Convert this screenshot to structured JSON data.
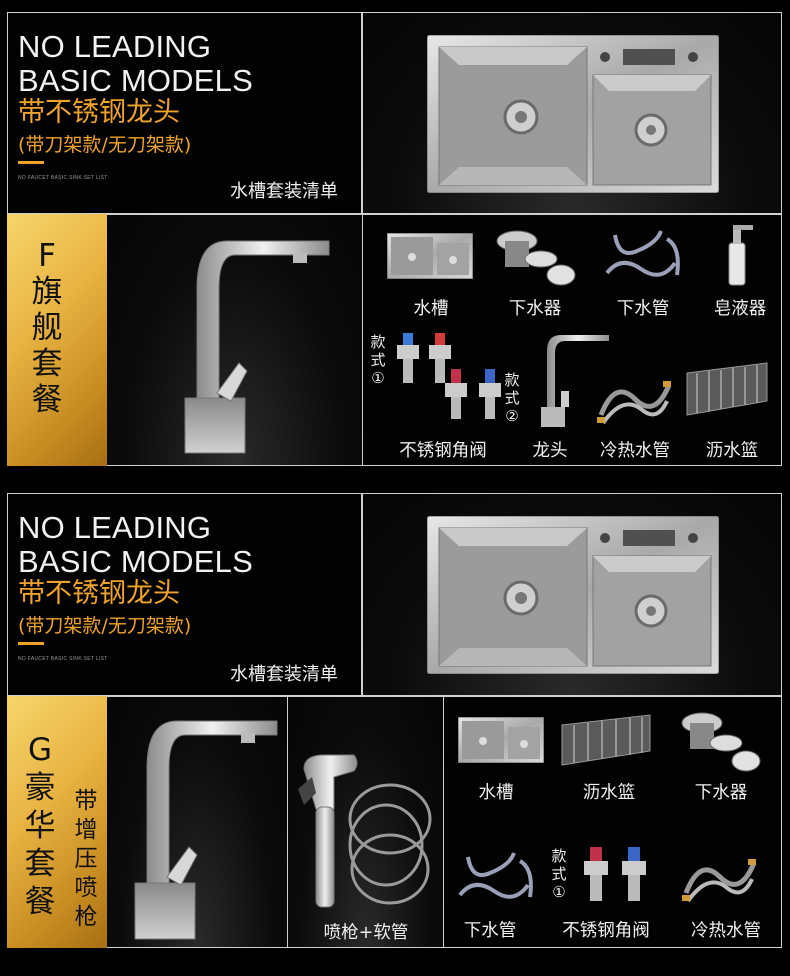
{
  "section1": {
    "header": {
      "en_line1": "NO LEADING",
      "en_line2": "BASIC MODELS",
      "cn_title": "带不锈钢龙头",
      "cn_sub": "(带刀架款/无刀架款)",
      "tiny": "NO FAUCET BASIC SINK SET LIST",
      "list_title": "水槽套装清单"
    },
    "package": {
      "letter": "F",
      "name_chars": [
        "旗",
        "舰",
        "套",
        "餐"
      ]
    },
    "items_row1": [
      "水槽",
      "下水器",
      "下水管",
      "皂液器"
    ],
    "items_row2": [
      "不锈钢角阀",
      "龙头",
      "冷热水管",
      "沥水篮"
    ],
    "style_1": [
      "款",
      "式",
      "①"
    ],
    "style_2": [
      "款",
      "式",
      "②"
    ]
  },
  "section2": {
    "header": {
      "en_line1": "NO LEADING",
      "en_line2": "BASIC MODELS",
      "cn_title": "带不锈钢龙头",
      "cn_sub": "(带刀架款/无刀架款)",
      "tiny": "NO FAUCET BASIC SINK SET LIST",
      "list_title": "水槽套装清单"
    },
    "package": {
      "letter": "G",
      "name_chars": [
        "豪",
        "华",
        "套",
        "餐"
      ],
      "extra_chars": [
        "带",
        "增",
        "压",
        "喷",
        "枪"
      ]
    },
    "spray_label": "喷枪+软管",
    "items_row1": [
      "水槽",
      "沥水篮",
      "下水器"
    ],
    "items_row2": [
      "下水管",
      "不锈钢角阀",
      "冷热水管"
    ],
    "style_1": [
      "款",
      "式",
      "①"
    ]
  },
  "colors": {
    "accent": "#f0a32a",
    "gold": "#e9b443",
    "background": "#000000",
    "frame": "#cfcfcf"
  },
  "icons": [
    "double-sink-icon",
    "drain-strainer-icon",
    "drain-pipe-icon",
    "soap-dispenser-icon",
    "angle-valve-icon",
    "faucet-icon",
    "water-hose-icon",
    "drain-basket-icon",
    "spray-gun-icon"
  ]
}
